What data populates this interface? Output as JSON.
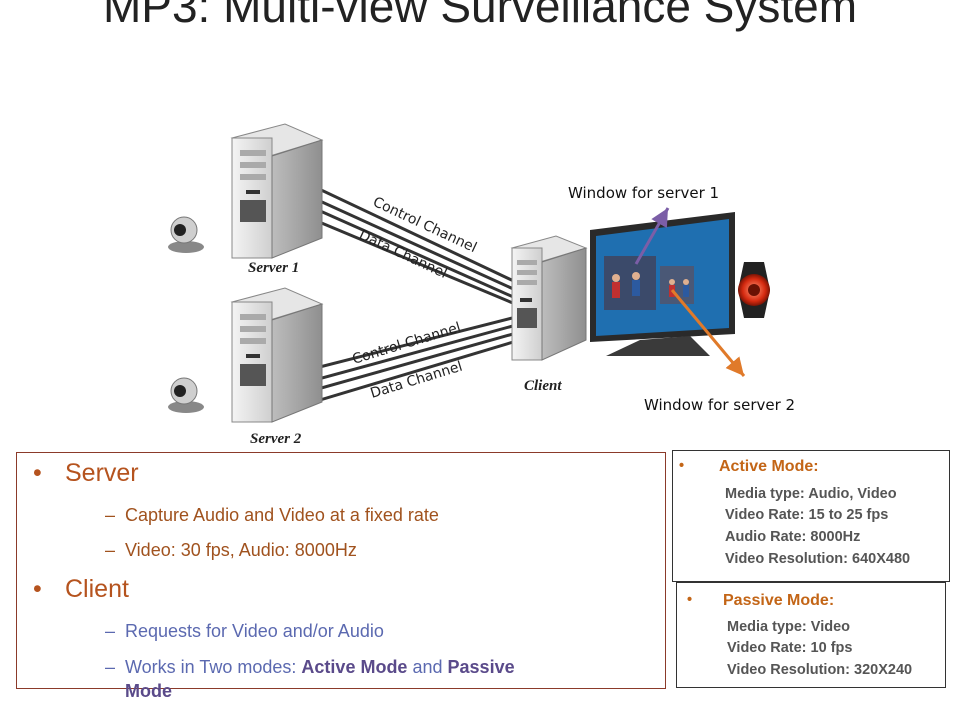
{
  "title": "MP3: Multi-view Surveillance System",
  "diagram": {
    "server1_label": "Server 1",
    "server2_label": "Server 2",
    "client_label": "Client",
    "channels": {
      "s1_control": "Control Channel",
      "s1_data": "Data Channel",
      "s2_control": "Control Channel",
      "s2_data": "Data Channel"
    },
    "window1_label": "Window for server 1",
    "window2_label": "Window for server 2"
  },
  "left_panel": {
    "server_heading": "Server",
    "server_items": [
      "Capture Audio and Video at a fixed rate",
      "Video: 30 fps, Audio: 8000Hz"
    ],
    "client_heading": "Client",
    "client_items": [
      "Requests for Video and/or Audio",
      "Works in Two modes:"
    ],
    "active_mode_label": "Active Mode",
    "and_word": "and",
    "passive_label_part1": "Passive",
    "passive_label_part2": "Mode"
  },
  "active_mode": {
    "title": "Active Mode:",
    "lines": [
      "Media type: Audio, Video",
      "Video Rate: 15 to 25 fps",
      "Audio Rate: 8000Hz",
      "Video Resolution: 640X480"
    ]
  },
  "passive_mode": {
    "title": "Passive Mode:",
    "lines": [
      "Media type: Video",
      "Video Rate: 10 fps",
      "Video Resolution: 320X240"
    ]
  },
  "colors": {
    "accent_orange": "#c36516",
    "arrow_purple": "#7b5ea7",
    "arrow_orange": "#e07a2a",
    "monitor_blue": "#1f6fb0"
  },
  "icons": [
    "webcam-icon",
    "tower-server-icon",
    "monitor-icon",
    "speaker-icon"
  ]
}
